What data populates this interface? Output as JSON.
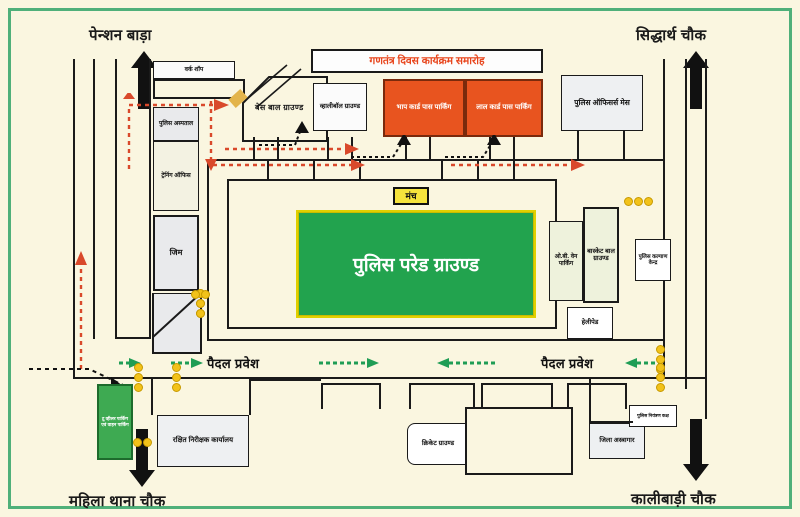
{
  "map": {
    "title_banner": "गणतंत्र दिवस कार्यक्रम समारोह",
    "main_ground": "पुलिस परेड ग्राउण्ड",
    "stage": "मंच",
    "colors": {
      "frame": "#4fb07a",
      "background": "#faf6e0",
      "ground_fill": "#22a34e",
      "ground_border": "#f3e518",
      "parking_orange": "#e8541f",
      "stage_yellow": "#f5e33c",
      "banner_text": "#e8451c",
      "pedestrian_arrow": "#1f9d55",
      "vehicle_arrow": "#d9492b",
      "barricade": "#f2c21a"
    },
    "direction_labels": [
      {
        "name": "pension-bada",
        "text": "पेन्शन बाड़ा",
        "arrow": "up"
      },
      {
        "name": "siddharth-chowk",
        "text": "सिद्धार्थ चौक",
        "arrow": "up"
      },
      {
        "name": "mahila-thana-chowk",
        "text": "महिला थाना चौक",
        "arrow": "down"
      },
      {
        "name": "kalibadi-chowk",
        "text": "कालीबाड़ी चौक",
        "arrow": "down"
      }
    ],
    "entry_labels": [
      {
        "name": "pedestrian-entry-left",
        "text": "पैदल प्रवेश"
      },
      {
        "name": "pedestrian-entry-right",
        "text": "पैदल प्रवेश"
      }
    ],
    "buildings": [
      {
        "name": "workshop",
        "text": "वर्क शॉप"
      },
      {
        "name": "police-hospital",
        "text": "पुलिस अस्पताल"
      },
      {
        "name": "training-office",
        "text": "ट्रेनिंग ऑफिस"
      },
      {
        "name": "gym",
        "text": "जिम"
      },
      {
        "name": "baseball-ground",
        "text": "बेस बाल ग्राउण्ड"
      },
      {
        "name": "volleyball-ground",
        "text": "व्हालीबॉल ग्राउण्ड"
      },
      {
        "name": "red-card-pass-parking",
        "text": "भाप कार्ड पास पार्किंग"
      },
      {
        "name": "red-card-entry-parking",
        "text": "लाल कार्ड पास पार्किंग"
      },
      {
        "name": "police-officers-mess",
        "text": "पुलिस ऑफिसर्स मेस"
      },
      {
        "name": "ob-van-parking",
        "text": "ओ.बी. वेन पार्किंग"
      },
      {
        "name": "basketball-ground",
        "text": "बास्केट बाल ग्राउण्ड"
      },
      {
        "name": "helipad",
        "text": "हेलीपेड"
      },
      {
        "name": "police-welfare-center",
        "text": "पुलिस कल्याण केन्द्र"
      },
      {
        "name": "two-wheeler-parking",
        "text": "टू व्हीलर पार्किंग एवं वाहन पार्किंग"
      },
      {
        "name": "rakshit-nirikshak-office",
        "text": "रक्षित निरीक्षक कार्यालय"
      },
      {
        "name": "cricket-ground",
        "text": "क्रिकेट ग्राउण्ड"
      },
      {
        "name": "district-armoury",
        "text": "जिला अस्त्रागार"
      },
      {
        "name": "police-control-room",
        "text": "पुलिस नियंत्रण कक्ष"
      }
    ]
  }
}
